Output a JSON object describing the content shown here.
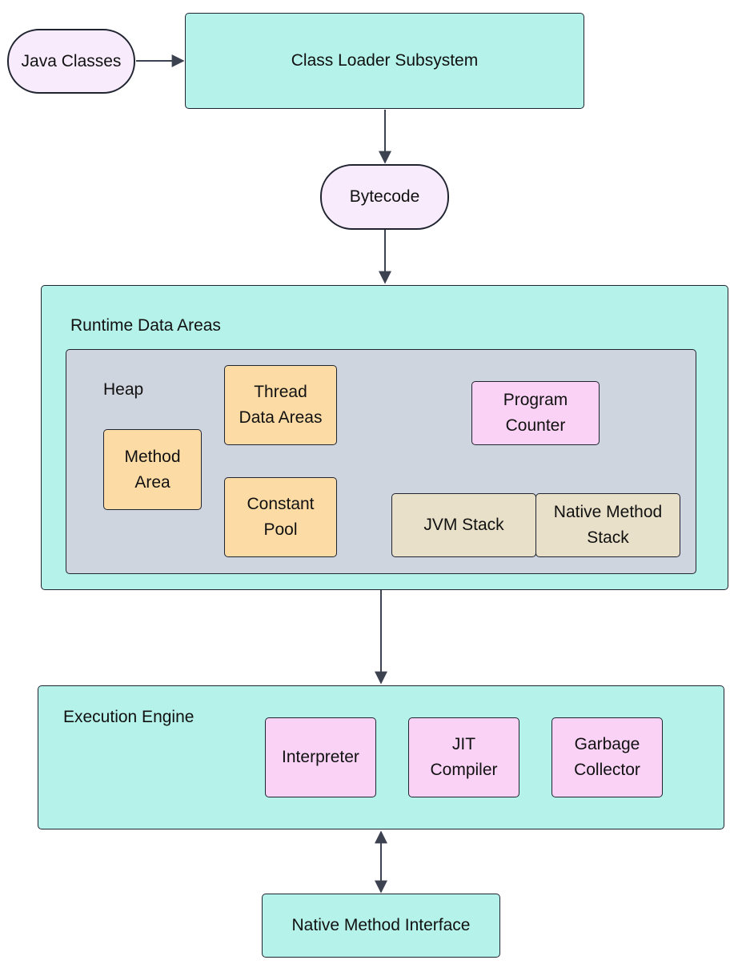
{
  "nodes": {
    "java_classes": "Java Classes",
    "class_loader": "Class Loader Subsystem",
    "bytecode": "Bytecode",
    "runtime_data_areas": "Runtime Data Areas",
    "heap": "Heap",
    "thread_data_areas": "Thread\nData Areas",
    "program_counter": "Program\nCounter",
    "method_area": "Method\nArea",
    "constant_pool": "Constant\nPool",
    "jvm_stack": "JVM Stack",
    "native_method_stack": "Native Method\nStack",
    "execution_engine": "Execution Engine",
    "interpreter": "Interpreter",
    "jit_compiler": "JIT\nCompiler",
    "garbage_collector": "Garbage\nCollector",
    "native_method_interface": "Native Method Interface"
  },
  "edges": [
    {
      "from": "Java Classes",
      "to": "Class Loader Subsystem",
      "direction": "forward"
    },
    {
      "from": "Class Loader Subsystem",
      "to": "Bytecode",
      "direction": "forward"
    },
    {
      "from": "Bytecode",
      "to": "Runtime Data Areas",
      "direction": "forward"
    },
    {
      "from": "Runtime Data Areas",
      "to": "Execution Engine",
      "direction": "forward"
    },
    {
      "from": "Execution Engine",
      "to": "Native Method Interface",
      "direction": "both"
    }
  ],
  "colors": {
    "teal": "#b5f3ea",
    "pill": "#f8ecfc",
    "gray": "#cfd5de",
    "orange": "#fcdba5",
    "pink": "#fad2f5",
    "tan": "#e8e0c8",
    "line": "#3c4250"
  }
}
